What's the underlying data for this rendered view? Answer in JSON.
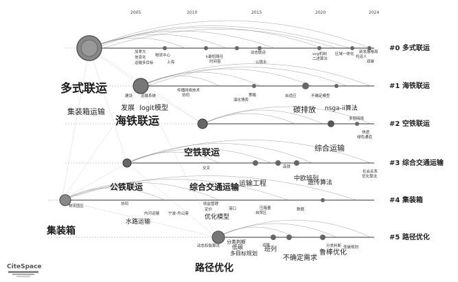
{
  "years": [
    "2005",
    "2010",
    "2015",
    "2020",
    "2024"
  ],
  "clusters": [
    {
      "id": "#0",
      "name": "多式联运"
    },
    {
      "id": "#1",
      "name": "海铁联运"
    },
    {
      "id": "#2",
      "name": "空铁联运"
    },
    {
      "id": "#3",
      "name": "综合交通运输"
    },
    {
      "id": "#4",
      "name": "集装箱"
    },
    {
      "id": "#5",
      "name": "路径优化"
    }
  ],
  "keywords_large": [
    "多式联运",
    "海铁联运",
    "集装箱运输",
    "发展",
    "logit模型",
    "碳排放",
    "nsga-ii算法",
    "空铁联运",
    "综合运输",
    "公铁联运",
    "综合交通运输",
    "运输工程",
    "中欧班列",
    "遗传算法",
    "集装箱",
    "水路运输",
    "优化模型",
    "路径优化",
    "鲁棒优化",
    "不确定需求",
    "多目标规划",
    "班列",
    "低碳",
    "分类判断"
  ],
  "keywords_small": [
    "加拿大",
    "信息化",
    "运输多目标",
    "物流中心",
    "上海",
    "k最短路径",
    "时间窗",
    "动态联运",
    "公铁水",
    "vcg机制",
    "二进算法",
    "区域一体化",
    "托运人",
    "新发展格局",
    "双碳",
    "建设",
    "运输系统",
    "传播网络技术",
    "协同",
    "策略",
    "演化博弈",
    "不确定模型",
    "自适应",
    "多层网络",
    "绿色通道",
    "快递",
    "社会关系",
    "优化算法",
    "交叉",
    "高铁",
    "物流园区",
    "协同",
    "内河运输",
    "宁波-舟山港",
    "收益管理",
    "定价",
    "压箱量",
    "自贸区",
    "港口",
    "数据",
    "动态权衡算法",
    "运输",
    "低碳规划",
    "分类判断"
  ],
  "logo": "CiteSpace"
}
